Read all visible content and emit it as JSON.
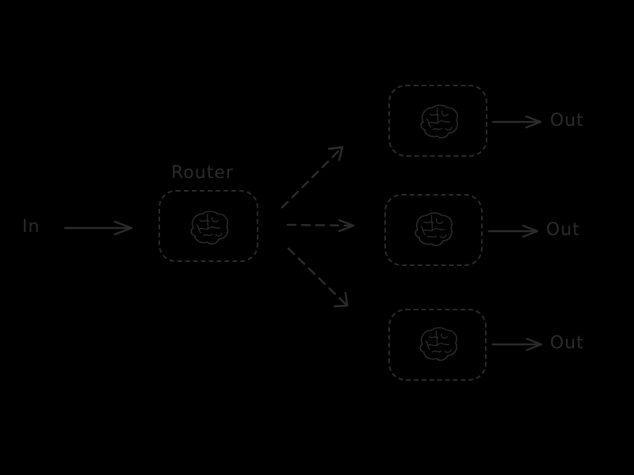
{
  "diagram": {
    "type": "router-flow",
    "background_color": "#000000",
    "stroke_color": "#2a2a2a",
    "input": {
      "label": "In"
    },
    "router": {
      "label": "Router",
      "icon": "brain-icon"
    },
    "outputs": [
      {
        "label": "Out",
        "icon": "brain-icon"
      },
      {
        "label": "Out",
        "icon": "brain-icon"
      },
      {
        "label": "Out",
        "icon": "brain-icon"
      }
    ],
    "edges": [
      {
        "from": "In",
        "to": "Router",
        "style": "solid"
      },
      {
        "from": "Router",
        "to": "Node 1",
        "style": "dashed"
      },
      {
        "from": "Router",
        "to": "Node 2",
        "style": "dashed"
      },
      {
        "from": "Router",
        "to": "Node 3",
        "style": "dashed"
      },
      {
        "from": "Node 1",
        "to": "Out",
        "style": "solid"
      },
      {
        "from": "Node 2",
        "to": "Out",
        "style": "solid"
      },
      {
        "from": "Node 3",
        "to": "Out",
        "style": "solid"
      }
    ]
  }
}
